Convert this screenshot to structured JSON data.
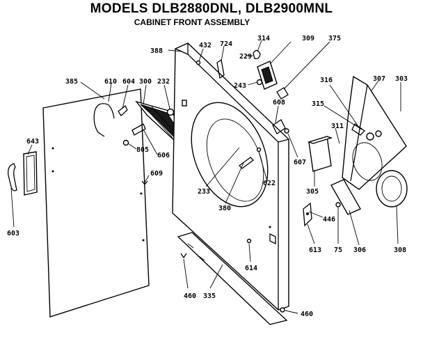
{
  "title": "MODELS DLB2880DNL, DLB2900MNL",
  "subtitle": "CABINET FRONT ASSEMBLY",
  "labels": {
    "p388": "388",
    "p432": "432",
    "p724": "724",
    "p229": "229",
    "p314": "314",
    "p309": "309",
    "p375": "375",
    "p316": "316",
    "p307": "307",
    "p303": "303",
    "p385": "385",
    "p610": "610",
    "p604": "604",
    "p300": "300",
    "p232": "232",
    "p243": "243",
    "p608": "608",
    "p315": "315",
    "p311": "311",
    "p643": "643",
    "p805": "805",
    "p606": "606",
    "p607": "607",
    "p609": "609",
    "p233": "233",
    "p622": "622",
    "p305": "305",
    "p380": "380",
    "p446": "446",
    "p306": "306",
    "p308": "308",
    "p603": "603",
    "p613": "613",
    "p75": "75",
    "p614": "614",
    "p460a": "460",
    "p335": "335",
    "p460b": "460"
  }
}
